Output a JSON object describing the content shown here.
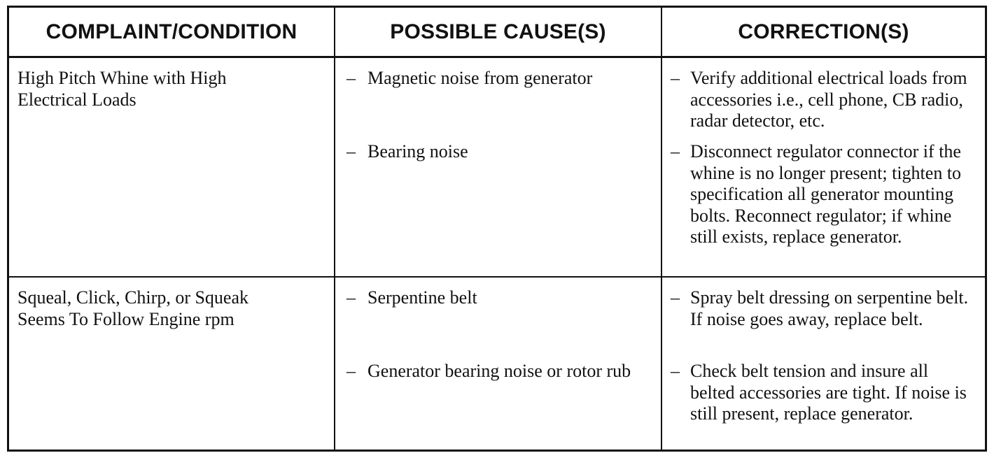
{
  "headers": {
    "complaint": "COMPLAINT/CONDITION",
    "cause": "POSSIBLE CAUSE(S)",
    "correction": "CORRECTION(S)"
  },
  "dash": "–",
  "rows": [
    {
      "complaint": "High Pitch Whine with High Electrical Loads",
      "causes": [
        "Magnetic noise from generator",
        "Bearing noise"
      ],
      "corrections": [
        "Verify additional electrical loads from accessories i.e., cell phone, CB radio, radar detector, etc.",
        "Disconnect regulator connector if the whine is no longer present; tighten to specification all generator mounting bolts. Reconnect regulator; if whine still exists, replace generator."
      ]
    },
    {
      "complaint": "Squeal, Click, Chirp, or Squeak Seems To Follow Engine rpm",
      "causes": [
        "Serpentine belt",
        "Generator bearing noise or rotor rub"
      ],
      "corrections": [
        "Spray belt dressing on serpentine belt. If noise goes away, replace belt.",
        "Check belt tension and insure all belted accessories are tight. If noise is still present, replace generator."
      ]
    }
  ]
}
